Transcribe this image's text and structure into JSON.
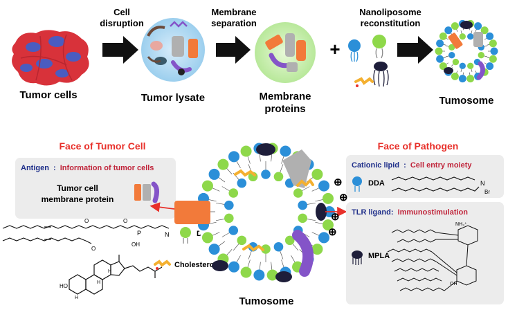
{
  "top_flow": {
    "stage1": "Tumor cells",
    "step1": [
      "Cell",
      "disruption"
    ],
    "stage2": "Tumor lysate",
    "step2": [
      "Membrane",
      "separation"
    ],
    "stage3": [
      "Membrane",
      "proteins"
    ],
    "plus": "+",
    "step3": [
      "Nanoliposome",
      "reconstitution"
    ],
    "stage4": "Tumosome"
  },
  "left_panel": {
    "title": "Face of Tumor Cell",
    "antigen_key": "Antigen",
    "antigen_sep": ":",
    "antigen_value": "Information of tumor cells",
    "membrane_protein": [
      "Tumor cell",
      "membrane protein"
    ],
    "dopc": "DOPC",
    "cholesterol": "Cholesterol",
    "chem": {
      "ho": "HO",
      "h1": "H",
      "h2": "H",
      "h3": "H",
      "o1": "O",
      "o2": "O",
      "o3": "O",
      "p": "P",
      "oh": "OH",
      "n": "N"
    }
  },
  "center": {
    "label": "Tumosome",
    "charge": "⊕"
  },
  "right_panel": {
    "title": "Face of Pathogen",
    "cationic_key": "Cationic lipid",
    "cationic_sep": ":",
    "cationic_value": "Cell entry moiety",
    "dda": "DDA",
    "dda_n": "N",
    "dda_br": "Br",
    "tlr_key": "TLR ligand:",
    "tlr_value": "Immunostimulation",
    "mpla": "MPLA",
    "nh3": "NH₃⁺",
    "oh": "OH"
  },
  "colors": {
    "accent_red": "#e8302a",
    "antigen_blue": "#1f2f8a",
    "info_red": "#c0243a",
    "lipid_blue": "#2b8fd8",
    "lipid_green": "#8ed84a",
    "protein_orange": "#f27a3a",
    "protein_purple": "#8454c8",
    "protein_gray": "#b0b0b0",
    "panel_bg": "#ececec",
    "tumor_red": "#d8323a",
    "tumor_blue": "#4a5cc0"
  }
}
